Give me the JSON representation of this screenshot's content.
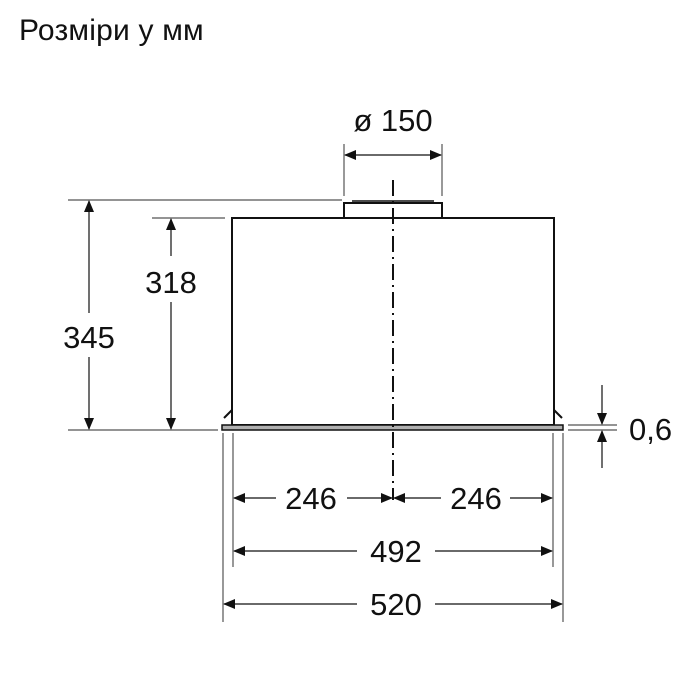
{
  "title": "Розміри у мм",
  "dimensions": {
    "duct_diameter": "ø 150",
    "total_height": "345",
    "body_height": "318",
    "flange_thickness": "0,6",
    "half_width_left": "246",
    "half_width_right": "246",
    "body_width": "492",
    "total_width": "520"
  },
  "colors": {
    "line": "#111111",
    "extension_line": "#555555",
    "flange_fill": "#b0b0b0"
  }
}
